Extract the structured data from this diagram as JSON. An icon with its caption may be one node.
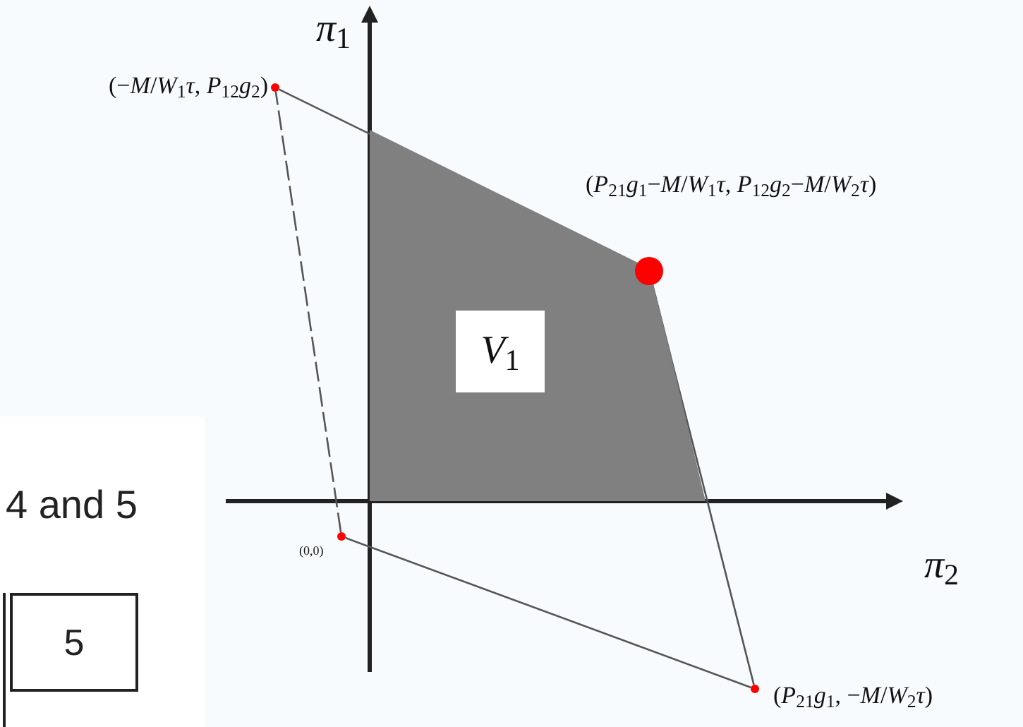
{
  "diagram": {
    "nodes": [
      {
        "text": [],
        "shape": "circle",
        "beside": [
          "(−*M*/*W*$_{1}$*τ*, *P*$_{12}$*g*$_{2}$)"
        ]
      },
      {
        "text": [
          "*V*$_{1}$"
        ]
      },
      {
        "text": [],
        "shape": "circle"
      },
      {
        "text": [],
        "shape": "circle",
        "beside": [
          "(*P*$_{21}$*g*$_{1}$, −*M*/*W*$_{2}$*τ*)"
        ]
      },
      {
        "text": [],
        "shape": "circle",
        "beside": [
          "(0,0)"
        ]
      },
      {
        "text": [
          "5"
        ]
      }
    ],
    "edges": [
      {
        "from": 0,
        "to": 2,
        "arrow": "none"
      },
      {
        "from": 2,
        "to": 3,
        "arrow": "none"
      },
      {
        "from": 3,
        "to": 4,
        "arrow": "none"
      },
      {
        "from": 4,
        "to": 0,
        "arrow": "none",
        "style": "dashed"
      }
    ],
    "labels": [
      "*π*$_{1}$",
      "(*P*$_{21}$*g*$_{1}$−*M*/*W*$_{1}$*τ*, *P*$_{12}$*g*$_{2}$−*M*/*W*$_{2}$*τ*)",
      "*π*$_{2}$",
      "4 and 5"
    ]
  }
}
